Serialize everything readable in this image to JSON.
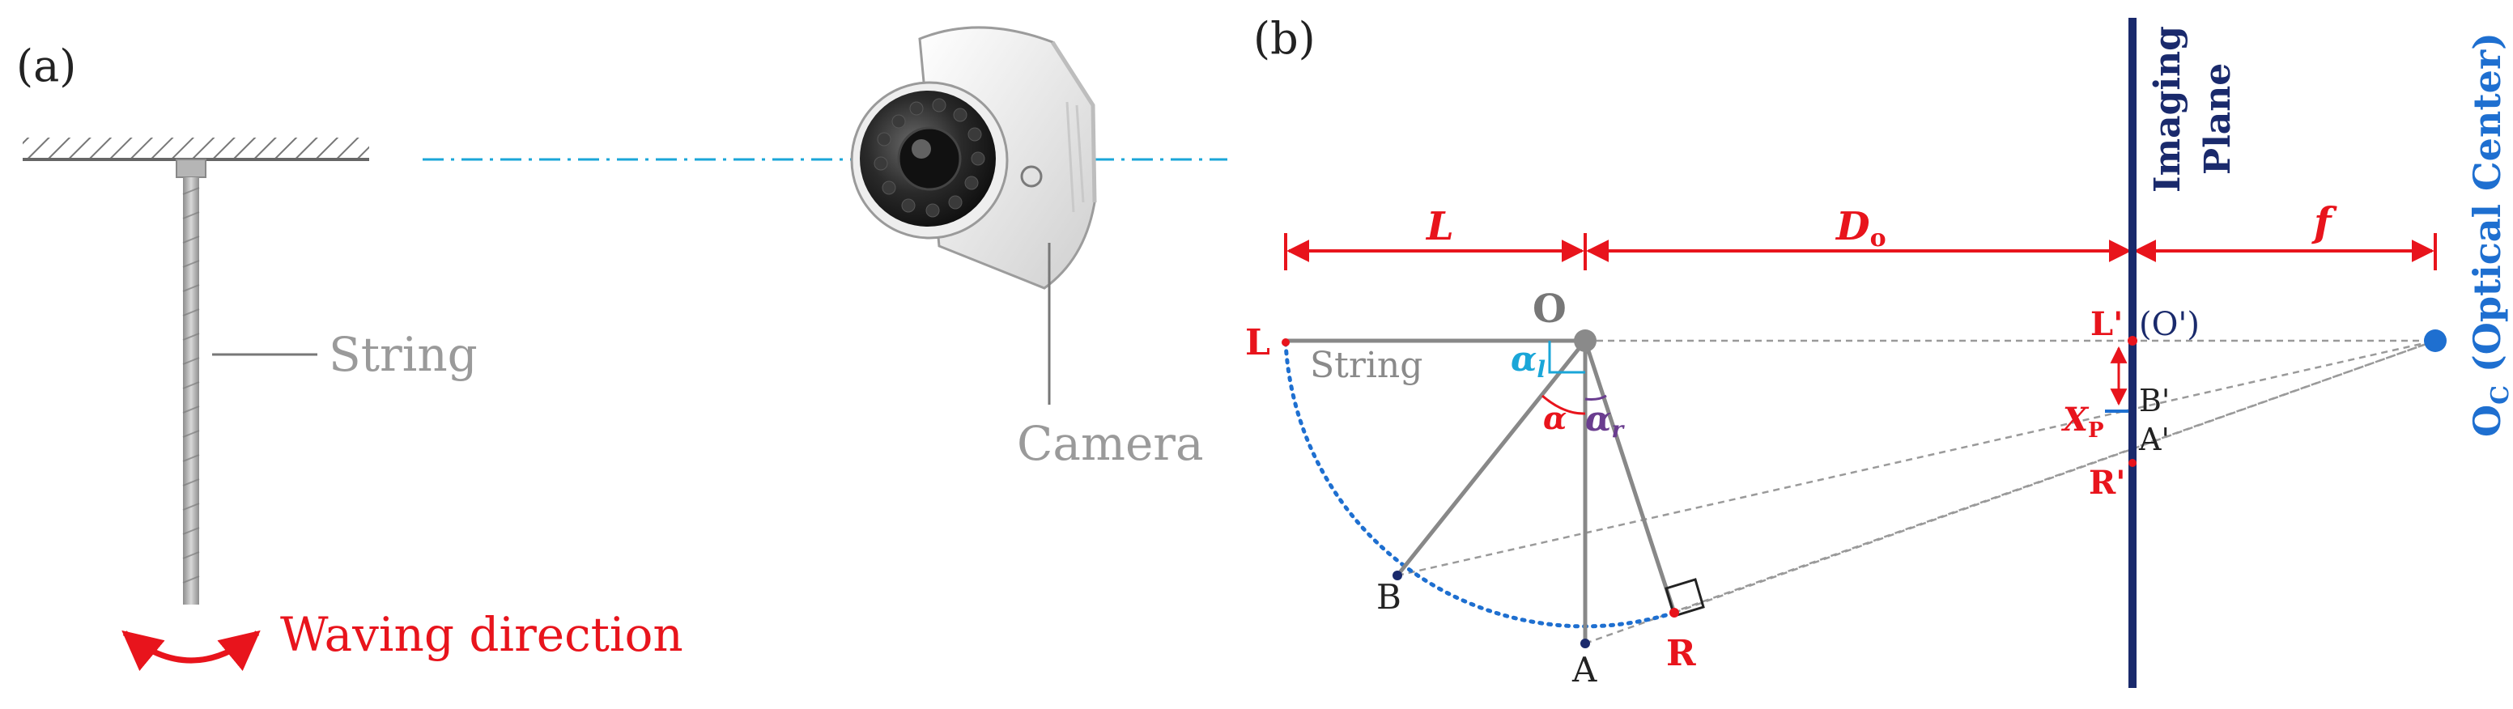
{
  "panel_a": {
    "label": "(a)",
    "string_label": "String",
    "camera_label": "Camera",
    "waving_label": "Waving direction"
  },
  "panel_b": {
    "label": "(b)",
    "dim_L": "L",
    "dim_Do": "D",
    "dim_Do_sub": "o",
    "dim_f": "f",
    "point_O": "O",
    "point_L": "L",
    "point_A": "A",
    "point_B": "B",
    "point_R": "R",
    "string_label": "String",
    "angle_alpha_l": "α",
    "angle_alpha_l_sub": "l",
    "angle_alpha": "α",
    "angle_alpha_r": "α",
    "angle_alpha_r_sub": "r",
    "point_L_prime": "L'",
    "point_O_prime": "(O')",
    "point_B_prime": "B'",
    "point_A_prime": "A'",
    "point_R_prime": "R'",
    "xp_label": "X",
    "xp_sub": "P",
    "imaging_plane_line1": "Imaging",
    "imaging_plane_line2": "Plane",
    "optical_center_main": "O",
    "optical_center_sub": "C",
    "optical_center_rest": " (Optical Center)"
  },
  "colors": {
    "red": "#e8141c",
    "navy": "#1a2a6c",
    "blue": "#1e6fd0",
    "cyan": "#1aa6d8",
    "purple": "#6a3d8f",
    "gray": "#8a8a8a",
    "dark_gray": "#777777"
  }
}
